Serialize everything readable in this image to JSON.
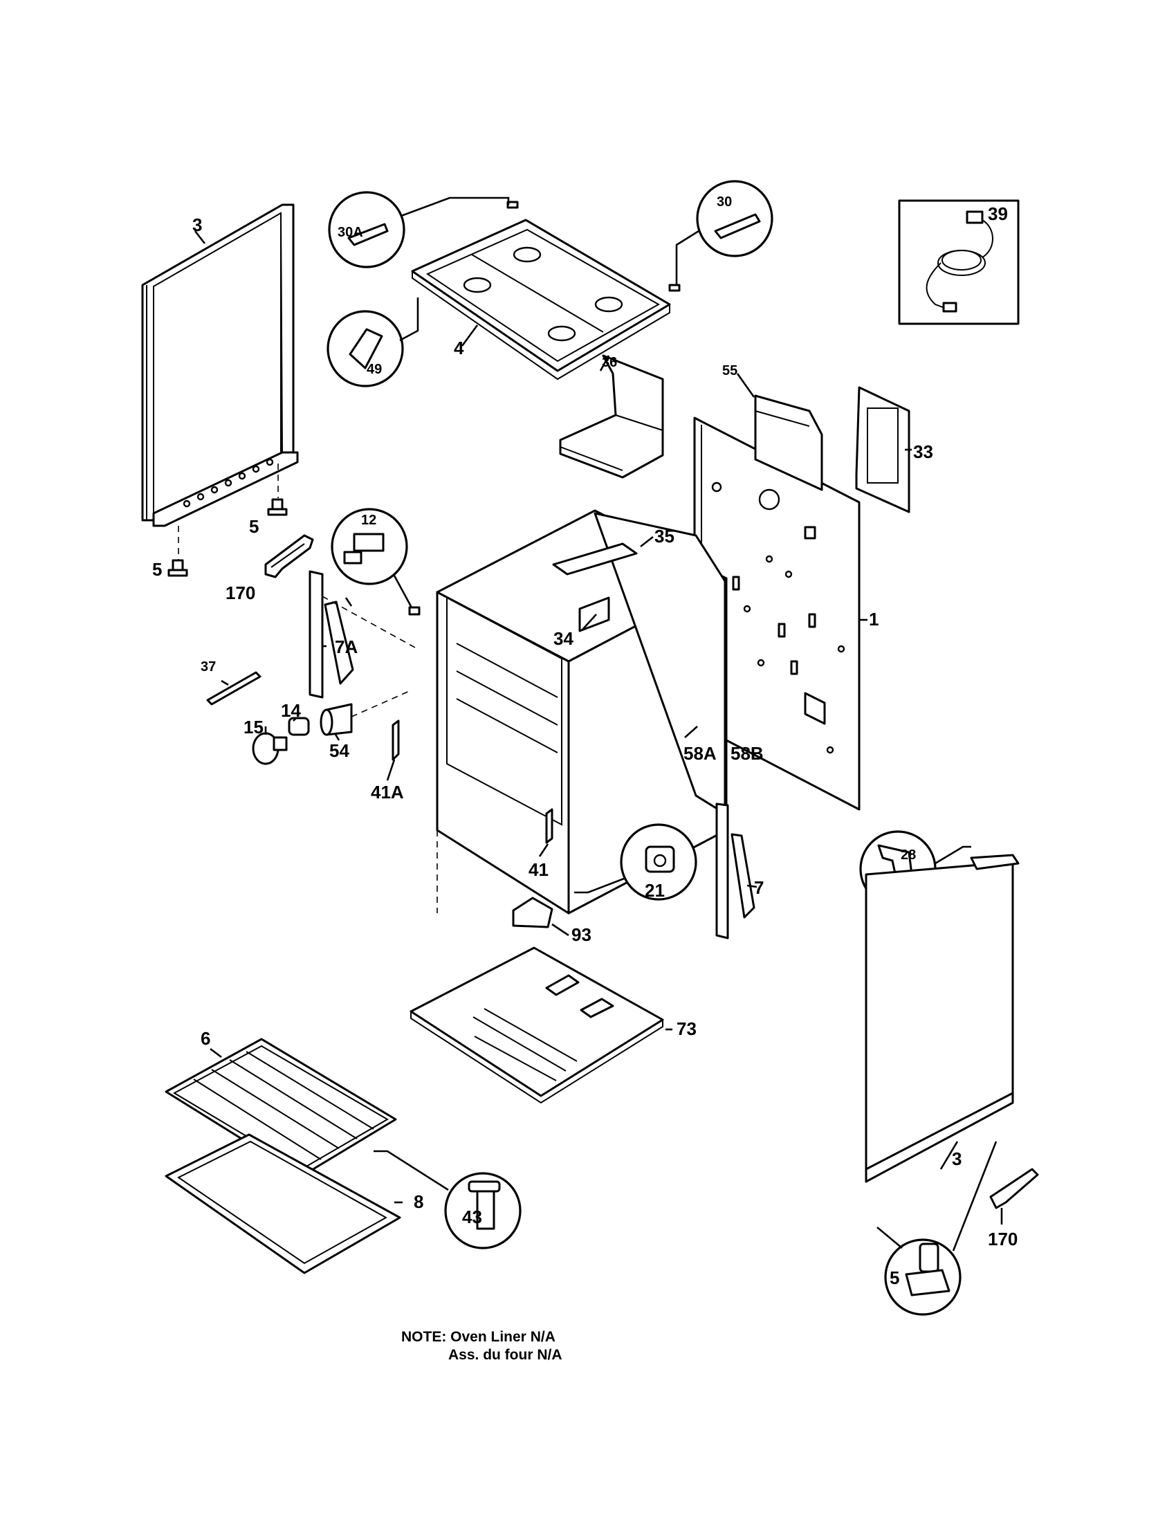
{
  "diagram": {
    "labels": {
      "p1": "1",
      "p3_top": "3",
      "p3_bottom": "3",
      "p4": "4",
      "p5_a": "5",
      "p5_b": "5",
      "p5_callout": "5",
      "p6": "6",
      "p7": "7",
      "p7A": "7A",
      "p8": "8",
      "p12": "12",
      "p14": "14",
      "p15": "15",
      "p21": "21",
      "p28": "28",
      "p30": "30",
      "p30A": "30A",
      "p33": "33",
      "p34": "34",
      "p35": "35",
      "p36": "36",
      "p37": "37",
      "p39": "39",
      "p41": "41",
      "p41A": "41A",
      "p43": "43",
      "p49": "49",
      "p54": "54",
      "p55": "55",
      "p58A": "58A",
      "p58B": "58B",
      "p73": "73",
      "p93": "93",
      "p170_a": "170",
      "p170_b": "170"
    },
    "note": {
      "line1": "NOTE: Oven Liner N/A",
      "line2": "Ass. du four N/A"
    }
  }
}
